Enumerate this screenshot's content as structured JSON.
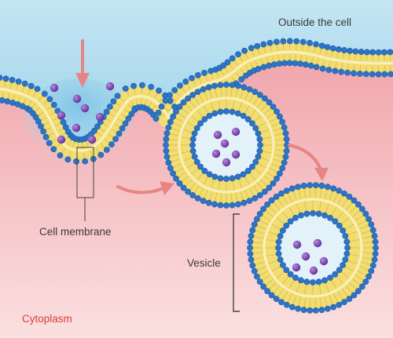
{
  "labels": {
    "outside": "Outside the cell",
    "membrane": "Cell membrane",
    "vesicle": "Vesicle",
    "cytoplasm": "Cytoplasm"
  },
  "colors": {
    "outside_top": "#c6e6f4",
    "outside_bottom": "#9dd3ea",
    "cytoplasm_top": "#ee9aa2",
    "cytoplasm_bottom": "#fbe0e0",
    "lipid_tail": "#f2dd72",
    "lipid_head": "#2b74c9",
    "membrane_core": "#fbf2c7",
    "vesicle_lumen": "#e3f1f8",
    "molecule": "#7a3fb2",
    "arrow": "#e58683",
    "cytoplasm_label": "#d8403c",
    "text": "#3a3a3a"
  },
  "icons": [
    "entry-arrow-icon",
    "curved-arrow-icon",
    "curved-arrow-icon",
    "bracket-icon"
  ]
}
